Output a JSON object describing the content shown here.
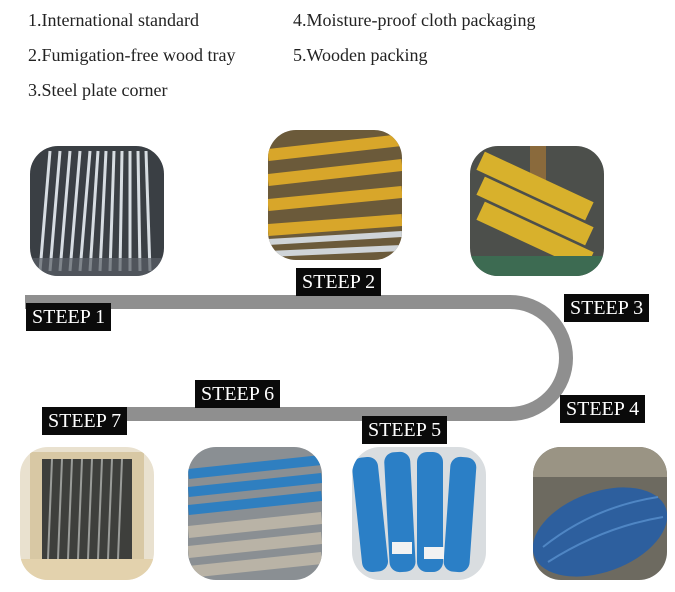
{
  "notes": {
    "n1": "1.International standard",
    "n2": "2.Fumigation-free wood tray",
    "n3": "3.Steel plate corner",
    "n4": "4.Moisture-proof cloth packaging",
    "n5": "5.Wooden packing"
  },
  "steps": {
    "s1": "STEEP 1",
    "s2": "STEEP 2",
    "s3": "STEEP 3",
    "s4": "STEEP 4",
    "s5": "STEEP 5",
    "s6": "STEEP 6",
    "s7": "STEEP 7"
  },
  "colors": {
    "pipe": "#8f8f8f",
    "label_bg": "#0a0a0a",
    "label_text": "#ffffff",
    "yellow_wrap": "#d8a62a",
    "blue_wrap": "#2b7fc6"
  }
}
